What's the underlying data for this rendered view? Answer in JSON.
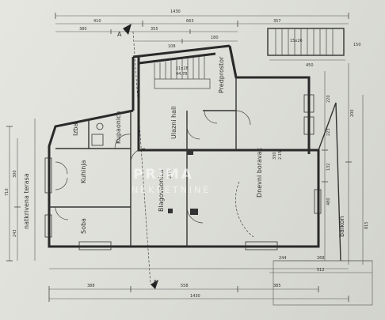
{
  "rooms": {
    "izba": "Izba",
    "kupaonica": "Kupaonica",
    "ulazni_hall": "Ulazni hall",
    "predprostor": "Predprostor",
    "kuhinja": "Kuhinja",
    "blagovaonica": "Blagovaonica",
    "dnevni_boravak": "Dnevni boravak",
    "soba": "Soba",
    "natkrivena_terasa": "natkrivena terasa",
    "balkon": "balkon"
  },
  "section_marker": "A",
  "dimensions": {
    "top_total": "1430",
    "top_left": "410",
    "top_right": "357",
    "top_mid": "663",
    "top_sub_1": "380",
    "top_sub_2": "355",
    "top_sub_3": "180",
    "top_sub_4": "108",
    "stair_top": "15x26",
    "stair_hall": "11x28",
    "stair_hall_2": "44.78",
    "left_710": "710",
    "left_300": "300",
    "left_243": "243",
    "bottom_total": "1430",
    "bottom_left": "388",
    "bottom_mid": "558",
    "bottom_right": "385",
    "right_480": "480",
    "right_815": "815",
    "right_132": "132",
    "right_223": "223",
    "right_220": "220",
    "right_450": "450",
    "right_150": "150",
    "right_200": "200",
    "bottom_244": "244",
    "bottom_268": "268",
    "bottom_512": "512",
    "blag_height": "2.15",
    "boravak_height": "2.15",
    "boravak_330": "330"
  },
  "watermark": {
    "line1": "PRIMA",
    "line2": "NEKRETNINE"
  }
}
